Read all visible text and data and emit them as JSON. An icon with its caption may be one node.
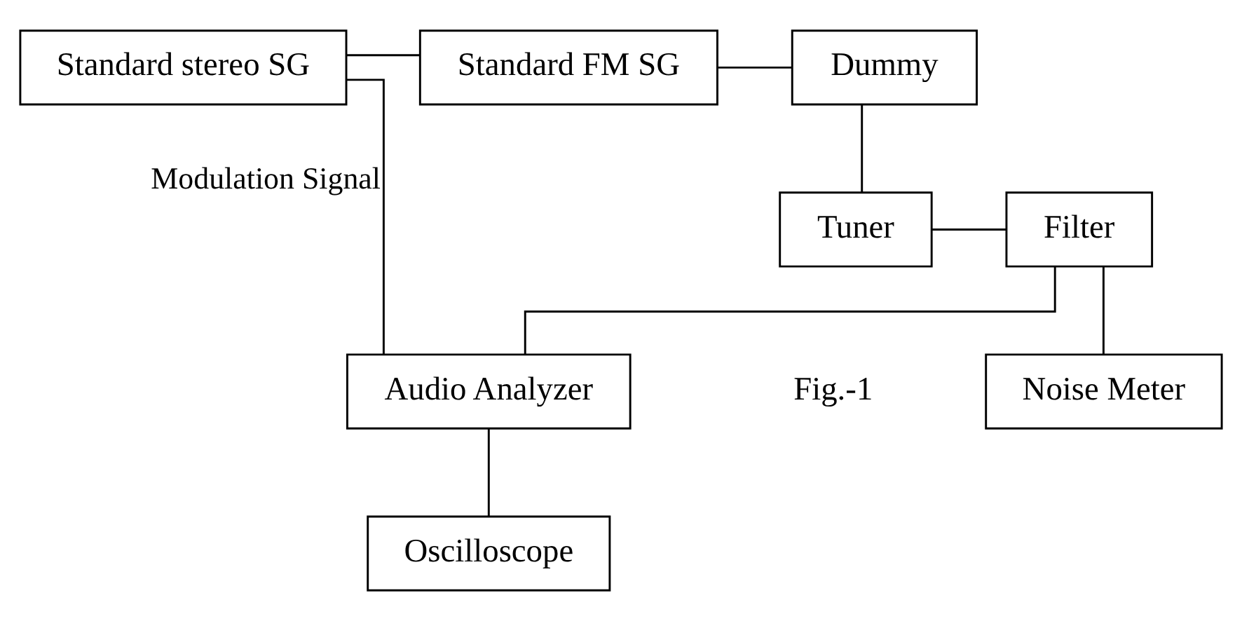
{
  "diagram": {
    "nodes": [
      {
        "text": [
          "Standard stereo SG"
        ]
      },
      {
        "text": [
          "Standard FM SG"
        ]
      },
      {
        "text": [
          "Dummy"
        ]
      },
      {
        "text": [
          "Tuner"
        ]
      },
      {
        "text": [
          "Filter"
        ]
      },
      {
        "text": [
          "Noise Meter"
        ]
      },
      {
        "text": [
          "Audio Analyzer"
        ]
      },
      {
        "text": [
          "Oscilloscope"
        ]
      }
    ],
    "edges": [
      {
        "from": 0,
        "to": 1,
        "arrow": "none"
      },
      {
        "from": 1,
        "to": 2,
        "arrow": "none"
      },
      {
        "from": 2,
        "to": 3,
        "arrow": "none"
      },
      {
        "from": 0,
        "to": 6,
        "arrow": "none",
        "label": "Modulation Signal"
      },
      {
        "from": 3,
        "to": 4,
        "arrow": "none"
      },
      {
        "from": 4,
        "to": 5,
        "arrow": "none"
      },
      {
        "from": 4,
        "to": 6,
        "arrow": "none"
      },
      {
        "from": 6,
        "to": 7,
        "arrow": "none"
      }
    ],
    "labels": [
      "Fig.-1"
    ]
  }
}
